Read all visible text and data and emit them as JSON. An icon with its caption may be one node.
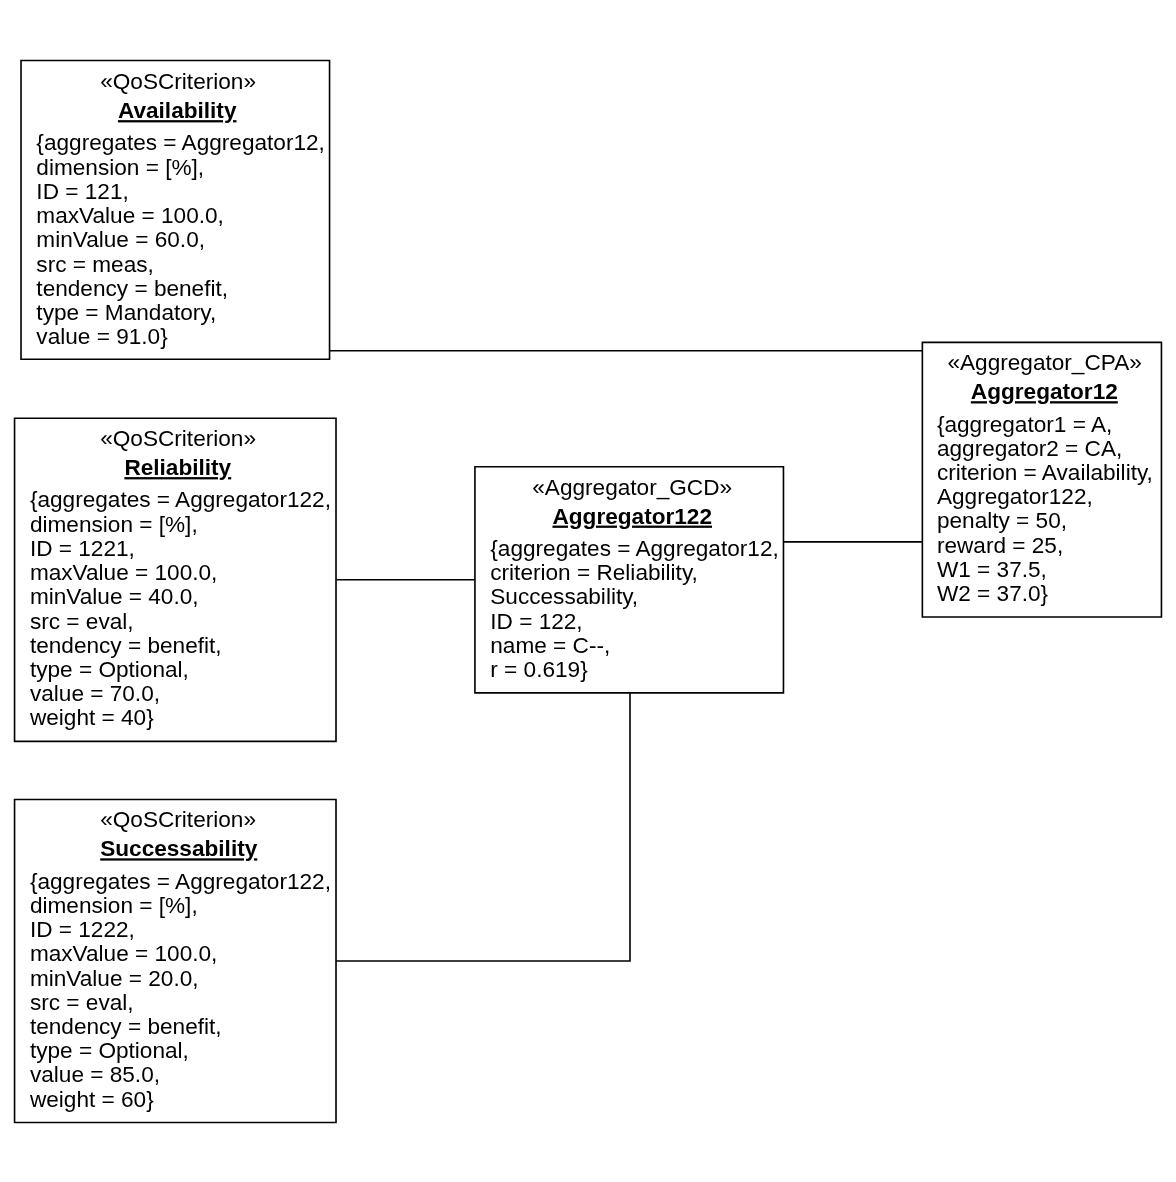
{
  "diagram": {
    "nodes": [
      {
        "text": [
          "«QoSCriterion»",
          "Availability",
          "{aggregates = Aggregator12, dimension = [%], ID = 121, maxValue = 100.0, minValue = 60.0, src = meas, tendency = benefit, type = Mandatory, value = 91.0}"
        ]
      },
      {
        "text": [
          "«QoSCriterion»",
          "Reliability",
          "{aggregates = Aggregator122, dimension = [%], ID = 1221, maxValue = 100.0, minValue = 40.0, src = eval, tendency = benefit, type = Optional, value = 70.0, weight = 40}"
        ]
      },
      {
        "text": [
          "«Aggregator_GCD»",
          "Aggregator122",
          "{aggregates = Aggregator12, criterion = Reliability, Successability, ID = 122, name = C--, r = 0.619}"
        ]
      },
      {
        "text": [
          "«Aggregator_CPA»",
          "Aggregator12",
          "{aggregator1 = A, aggregator2 = CA, criterion = Availability, Aggregator122, penalty = 50, reward = 25, W1 = 37.5, W2 = 37.0}"
        ]
      },
      {
        "text": [
          "«QoSCriterion»",
          "Successability",
          "{aggregates = Aggregator122, dimension = [%], ID = 1222, maxValue = 100.0, minValue = 20.0, src = eval, tendency = benefit, type = Optional, value = 85.0, weight = 60}"
        ]
      }
    ],
    "edges": [
      {
        "from": 0,
        "to": 3,
        "arrow": "none"
      },
      {
        "from": 1,
        "to": 2,
        "arrow": "none"
      },
      {
        "from": 2,
        "to": 3,
        "arrow": "none"
      },
      {
        "from": 4,
        "to": 2,
        "arrow": "none"
      }
    ]
  }
}
